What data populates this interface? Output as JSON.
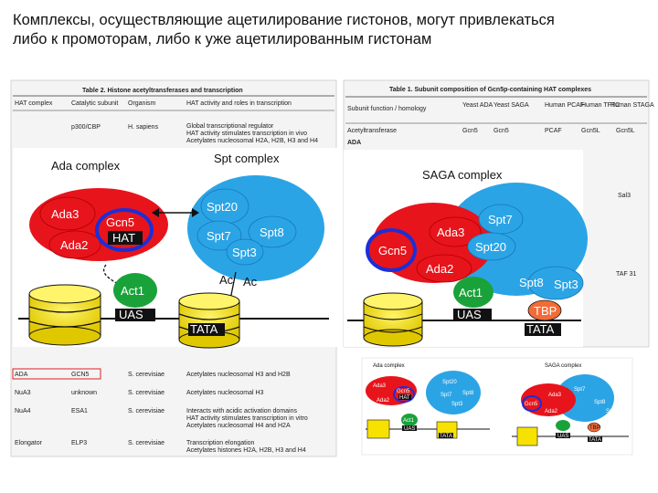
{
  "slide": {
    "title_line1": "Комплексы, осуществляющие ацетилирование гистонов, могут привлекаться",
    "title_line2": "либо к промоторам, либо к уже ацетилированным гистонам"
  },
  "table2": {
    "title": "Table 2. Histone acetyltransferases and transcription",
    "headers": [
      "HAT complex",
      "Catalytic subunit",
      "Organism",
      "HAT activity and roles in transcription"
    ],
    "rows": [
      [
        "",
        "p300/CBP",
        "H. sapiens",
        "Global transcriptional regulator"
      ],
      [
        "",
        "",
        "",
        "HAT activity stimulates transcription in vivo"
      ],
      [
        "",
        "",
        "",
        "Acetylates nucleosomal H2A, H2B, H3 and H4"
      ],
      [
        "ADA",
        "GCN5",
        "S. cerevisiae",
        "Acetylates nucleosomal H3 and H2B"
      ],
      [
        "NuA3",
        "unknown",
        "S. cerevisiae",
        "Acetylates nucleosomal H3"
      ],
      [
        "NuA4",
        "ESA1",
        "S. cerevisiae",
        "Interacts with acidic activation domains"
      ],
      [
        "",
        "",
        "",
        "HAT activity stimulates transcription in vitro"
      ],
      [
        "",
        "",
        "",
        "Acetylates nucleosomal H4 and H2A"
      ],
      [
        "Elongator",
        "ELP3",
        "S. cerevisiae",
        "Transcription elongation"
      ],
      [
        "",
        "",
        "",
        "Acetylates histones H2A, H2B, H3 and H4"
      ]
    ]
  },
  "table1": {
    "title": "Table 1. Subunit composition of Gcn5p-containing HAT complexes",
    "headers": [
      "Subunit function / homology",
      "Yeast ADA",
      "Yeast SAGA",
      "Human PCAF",
      "Human TFTC",
      "Human STAGA"
    ],
    "row1": [
      "Acetyltransferase",
      "Gcn5",
      "Gcn5",
      "PCAF",
      "Gcn5L",
      "Gcn5L"
    ],
    "section": "ADA",
    "side_labels": [
      "Sal3",
      "TAF 31"
    ]
  },
  "left_diagram": {
    "ada_complex_label": "Ada complex",
    "spt_complex_label": "Spt complex",
    "ada3": "Ada3",
    "ada2": "Ada2",
    "gcn5": "Gcn5",
    "hat": "HAT",
    "spt20": "Spt20",
    "spt7": "Spt7",
    "spt8": "Spt8",
    "spt3": "Spt3",
    "ac1": "Ac",
    "ac2": "Ac",
    "act1": "Act1",
    "uas": "UAS",
    "tata": "TATA"
  },
  "right_diagram": {
    "saga_label": "SAGA complex",
    "ada3": "Ada3",
    "spt7": "Spt7",
    "spt20": "Spt20",
    "gcn5": "Gcn5",
    "ada2": "Ada2",
    "act1": "Act1",
    "spt8": "Spt8",
    "spt3": "Spt3",
    "tbp": "TBP",
    "uas": "UAS",
    "tata": "TATA"
  },
  "thumbnail": {
    "ada_complex": "Ada complex",
    "saga_complex": "SAGA complex",
    "ada3": "Ada3",
    "ada2": "Ada2",
    "gcn5": "Gcn5",
    "hat": "HAT",
    "spt20": "Spt20",
    "spt7": "Spt7",
    "spt8": "Spt8",
    "spt3": "Spt3",
    "act1": "Act1",
    "uas": "UAS",
    "tata": "TATA",
    "tbp": "TBP"
  },
  "colors": {
    "red_protein": "#e8141b",
    "blue_protein": "#2ba4e6",
    "green_activator": "#1aa23a",
    "yellow_histone": "#f7e100",
    "gcn5_ring": "#1b2fd6",
    "tbp": "#f26b38"
  }
}
